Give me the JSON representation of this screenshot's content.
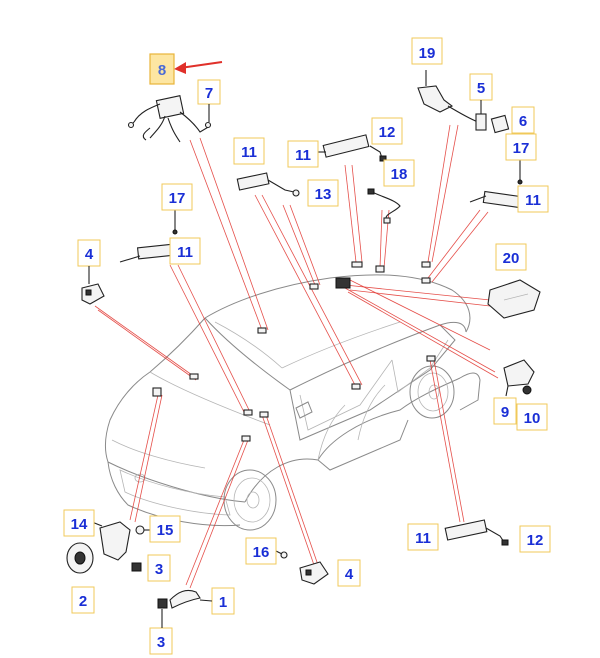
{
  "diagram": {
    "highlight_color": "#fde6a2",
    "arrow_color": "#e0302a",
    "label_color": "#1a2fd6",
    "callouts": {
      "c8": "8",
      "c7": "7",
      "c19": "19",
      "c5": "5",
      "c6": "6",
      "c12a": "12",
      "c11a": "11",
      "c11b": "11",
      "c13": "13",
      "c18": "18",
      "c17a": "17",
      "c11c": "11",
      "c17b": "17",
      "c11d": "11",
      "c4a": "4",
      "c20": "20",
      "c9": "9",
      "c10": "10",
      "c14": "14",
      "c15": "15",
      "c2": "2",
      "c3a": "3",
      "c16": "16",
      "c4b": "4",
      "c1": "1",
      "c3b": "3",
      "c11e": "11",
      "c12b": "12"
    }
  }
}
